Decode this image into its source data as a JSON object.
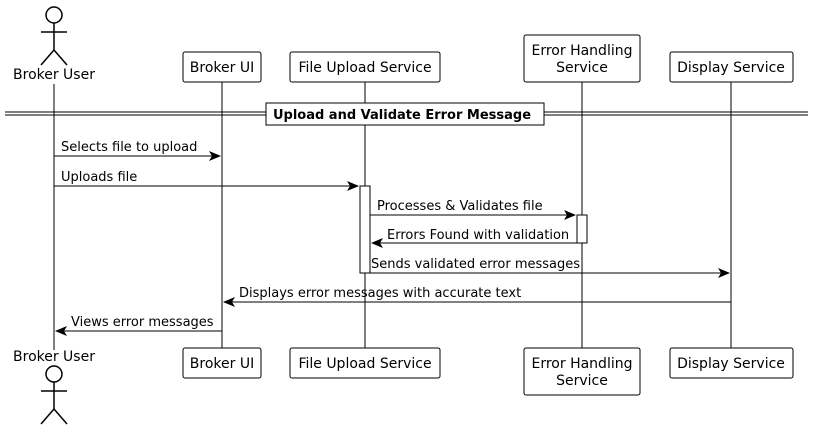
{
  "participants": {
    "broker_user": {
      "label": "Broker User"
    },
    "broker_ui": {
      "label": "Broker UI"
    },
    "file_upload": {
      "label": "File Upload Service"
    },
    "error_handling": {
      "label_line1": "Error Handling",
      "label_line2": "Service"
    },
    "display": {
      "label": "Display Service"
    }
  },
  "group": {
    "label": "Upload and Validate Error Message"
  },
  "messages": [
    {
      "text": "Selects file to upload",
      "from": "broker_user",
      "to": "broker_ui"
    },
    {
      "text": "Uploads file",
      "from": "broker_user",
      "to": "file_upload"
    },
    {
      "text": "Processes & Validates file",
      "from": "file_upload",
      "to": "error_handling"
    },
    {
      "text": "Errors Found with validation",
      "from": "error_handling",
      "to": "file_upload"
    },
    {
      "text": "Sends validated error messages",
      "from": "file_upload",
      "to": "display"
    },
    {
      "text": "Displays error messages with accurate text",
      "from": "display",
      "to": "broker_ui"
    },
    {
      "text": "Views error messages",
      "from": "broker_ui",
      "to": "broker_user"
    }
  ],
  "colors": {
    "line": "#000000",
    "background": "#ffffff"
  }
}
